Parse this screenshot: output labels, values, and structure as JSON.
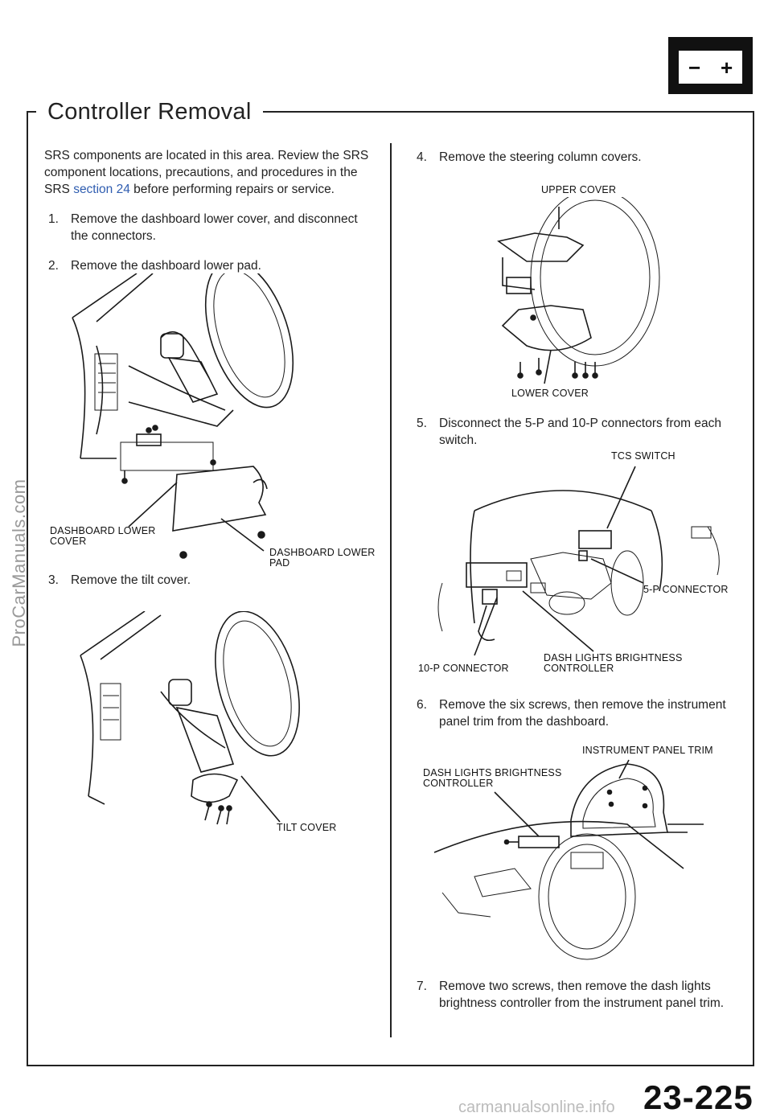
{
  "header": {
    "title": "Controller Removal",
    "battery_icon": "battery-icon"
  },
  "left": {
    "intro_a": "SRS components are located in this area. Review the SRS component locations, precautions, and procedures in the SRS ",
    "intro_link": "section 24",
    "intro_b": " before performing repairs or service.",
    "step1_num": "1.",
    "step1_text": "Remove the dashboard lower cover, and disconnect the connectors.",
    "step2_num": "2.",
    "step2_text": "Remove the dashboard lower pad.",
    "label_lower_cover": "DASHBOARD LOWER COVER",
    "label_lower_pad": "DASHBOARD LOWER PAD",
    "step3_num": "3.",
    "step3_text": "Remove the tilt cover.",
    "label_tilt_cover": "TILT COVER"
  },
  "right": {
    "step4_num": "4.",
    "step4_text": "Remove the steering column covers.",
    "label_upper_cover": "UPPER COVER",
    "label_lower_cover": "LOWER COVER",
    "step5_num": "5.",
    "step5_text": "Disconnect the 5-P and 10-P connectors from each switch.",
    "label_tcs_switch": "TCS SWITCH",
    "label_5p": "5-P CONNECTOR",
    "label_10p": "10-P CONNECTOR",
    "label_dash_ctrl": "DASH LIGHTS BRIGHTNESS CONTROLLER",
    "step6_num": "6.",
    "step6_text": "Remove the six screws, then remove the instrument panel trim from the dashboard.",
    "label_panel_trim": "INSTRUMENT PANEL TRIM",
    "label_dash_ctrl2": "DASH LIGHTS BRIGHTNESS CONTROLLER",
    "step7_num": "7.",
    "step7_text": "Remove two screws, then remove the dash lights brightness controller from the instrument panel trim."
  },
  "page_number": "23-225",
  "watermark_side": "ProCarManuals.com",
  "watermark_footer": "carmanualsonline.info"
}
